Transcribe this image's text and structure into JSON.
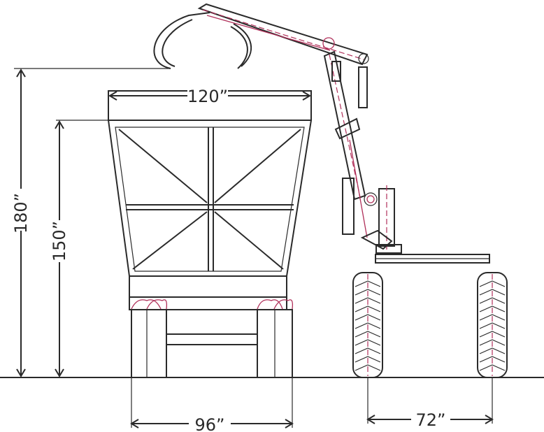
{
  "dimensions": {
    "overall_height": "180”",
    "body_height": "150”",
    "body_width": "120”",
    "track_width": "96”",
    "trailer_track": "72”"
  },
  "colors": {
    "ink": "#2a2a2a",
    "crane_highlight": "#b0305a",
    "background": "#ffffff"
  }
}
